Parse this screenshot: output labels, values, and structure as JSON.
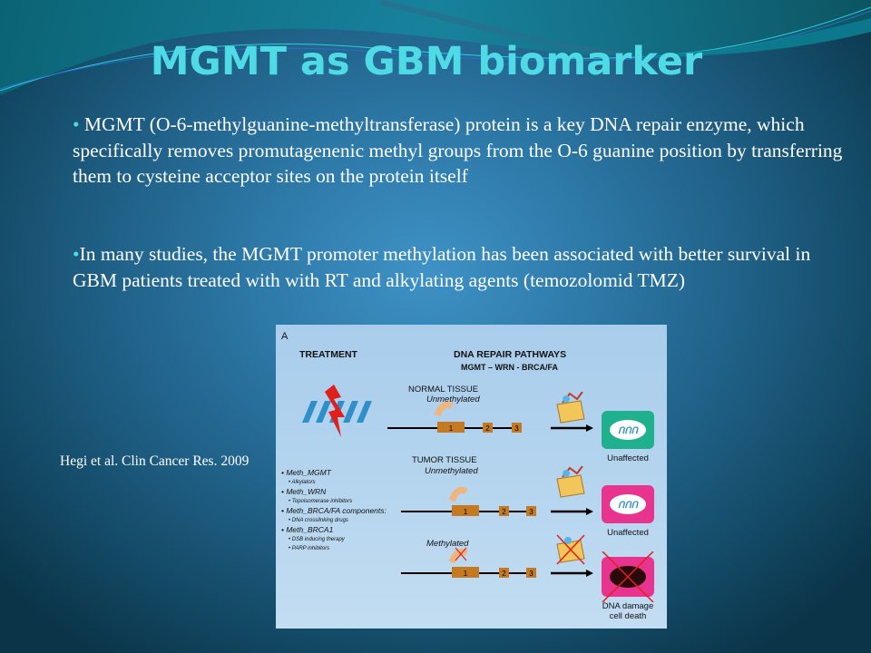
{
  "slide": {
    "title": "MGMT as GBM biomarker",
    "bullets": [
      {
        "marker": "•",
        "text": " MGMT (O-6-methylguanine-methyltransferase) protein is a key DNA repair enzyme, which specifically removes promutagenenic methyl groups from the O-6 guanine position by transferring them to cysteine acceptor sites on the protein itself"
      },
      {
        "marker": "•",
        "text": "In many studies, the MGMT promoter methylation has been associated with better survival in GBM patients treated with with RT and alkylating agents (temozolomid TMZ)"
      }
    ],
    "citation": "Hegi et al. Clin Cancer Res. 2009",
    "colors": {
      "title": "#4fdbe6",
      "bullet_marker": "#4fdbe6",
      "body_text": "#ffffff",
      "background_center": "#3f92c6",
      "background_edge": "#0b3448"
    }
  },
  "figure": {
    "panel_letter": "A",
    "treatment_heading": "TREATMENT",
    "pathways_heading": "DNA REPAIR PATHWAYS",
    "pathways_subheading": "MGMT – WRN - BRCA/FA",
    "rows": [
      {
        "tissue": "NORMAL TISSUE",
        "state": "Unmethylated",
        "outcome": "Unaffected",
        "outcome_color": "#1fb08e",
        "exons": [
          "1",
          "2",
          "3"
        ]
      },
      {
        "tissue": "TUMOR TISSUE",
        "state": "Unmethylated",
        "outcome": "Unaffected",
        "outcome_color": "#e9348f",
        "exons": [
          "1",
          "2",
          "3"
        ]
      },
      {
        "tissue": "",
        "state": "Methylated",
        "outcome": "DNA damage cell death",
        "outcome_color": "#e9348f",
        "exons": [
          "1",
          "2",
          "3"
        ]
      }
    ],
    "outcome_lines": [
      "DNA damage",
      "cell death"
    ],
    "list": [
      {
        "item": "• Meth_MGMT",
        "subs": [
          "• Alkylators"
        ]
      },
      {
        "item": "• Meth_WRN",
        "subs": [
          "• Topoisomerase inhibitors"
        ]
      },
      {
        "item": "• Meth_BRCA/FA components:",
        "subs": [
          "• DNA crosslinking drugs"
        ]
      },
      {
        "item": "• Meth_BRCA1",
        "subs": [
          "• DSB inducing therapy",
          "• PARP inhibitors"
        ]
      }
    ]
  }
}
